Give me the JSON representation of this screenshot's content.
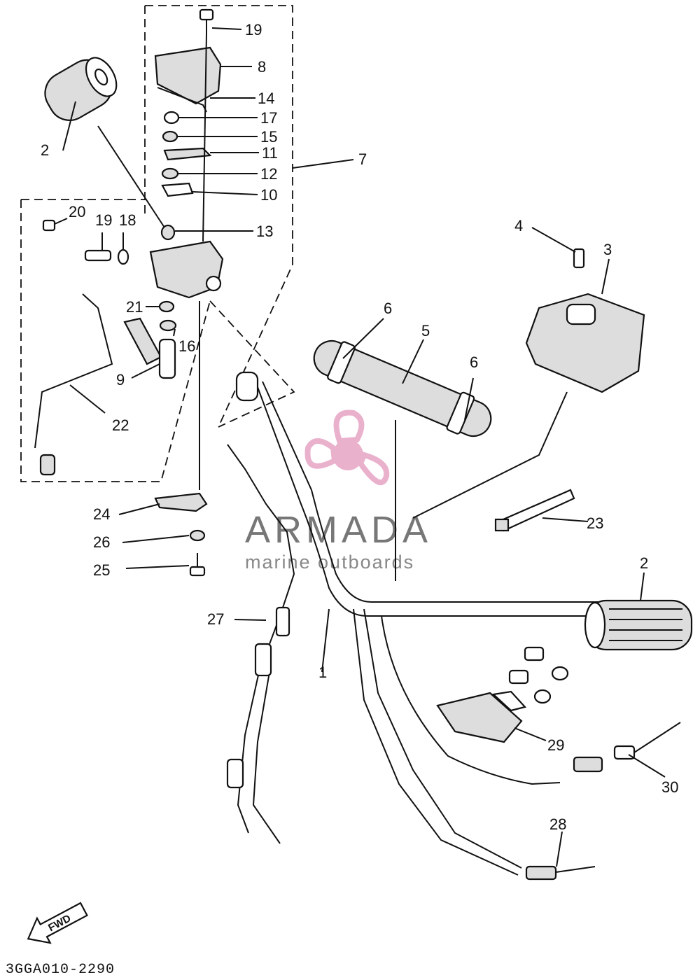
{
  "diagram": {
    "code": "3GGA010-2290",
    "fwd_label": "FWD",
    "watermark": {
      "title": "ARMADA",
      "subtitle": "marine outboards",
      "color": "#e8a9c8"
    },
    "callouts": {
      "p19a": "19",
      "p8": "8",
      "p14": "14",
      "p17": "17",
      "p15": "15",
      "p11": "11",
      "p12": "12",
      "p10": "10",
      "p7": "7",
      "p13": "13",
      "p2a": "2",
      "p20": "20",
      "p19b": "19",
      "p18": "18",
      "p21": "21",
      "p16": "16",
      "p9": "9",
      "p22": "22",
      "p4": "4",
      "p3": "3",
      "p6a": "6",
      "p5": "5",
      "p6b": "6",
      "p23": "23",
      "p24": "24",
      "p26": "26",
      "p25": "25",
      "p27": "27",
      "p1": "1",
      "p2b": "2",
      "p29": "29",
      "p30": "30",
      "p28": "28"
    }
  }
}
